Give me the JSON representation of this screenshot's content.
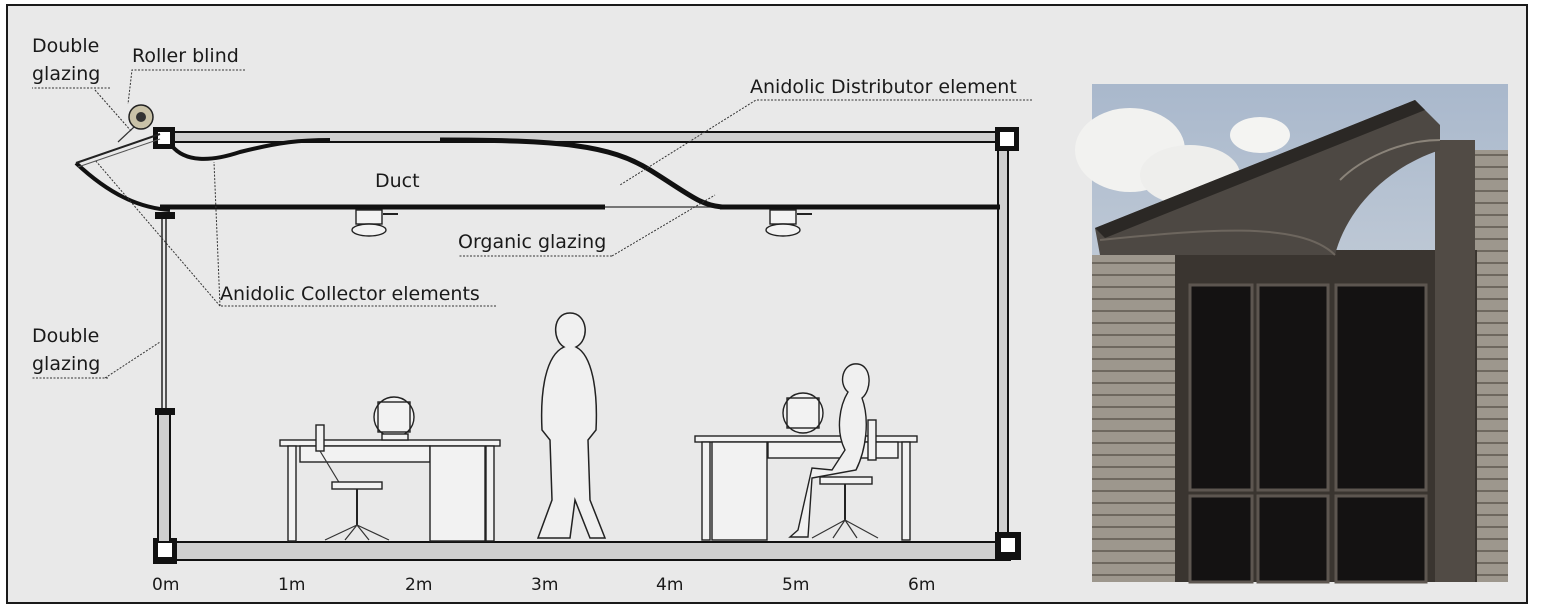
{
  "labels": {
    "double_glazing_top": [
      "Double",
      "glazing"
    ],
    "roller_blind": "Roller blind",
    "anidolic_distributor": "Anidolic Distributor element",
    "duct": "Duct",
    "organic_glazing": "Organic glazing",
    "anidolic_collector": "Anidolic Collector elements",
    "double_glazing_side": [
      "Double",
      "glazing"
    ]
  },
  "scale_ticks": [
    "0m",
    "1m",
    "2m",
    "3m",
    "4m",
    "5m",
    "6m"
  ],
  "colors": {
    "background": "#e9e9e9",
    "frame": "#1a1a1a",
    "line": "#222222",
    "sky": "#b9c6d6",
    "facade": "#5b5650"
  }
}
